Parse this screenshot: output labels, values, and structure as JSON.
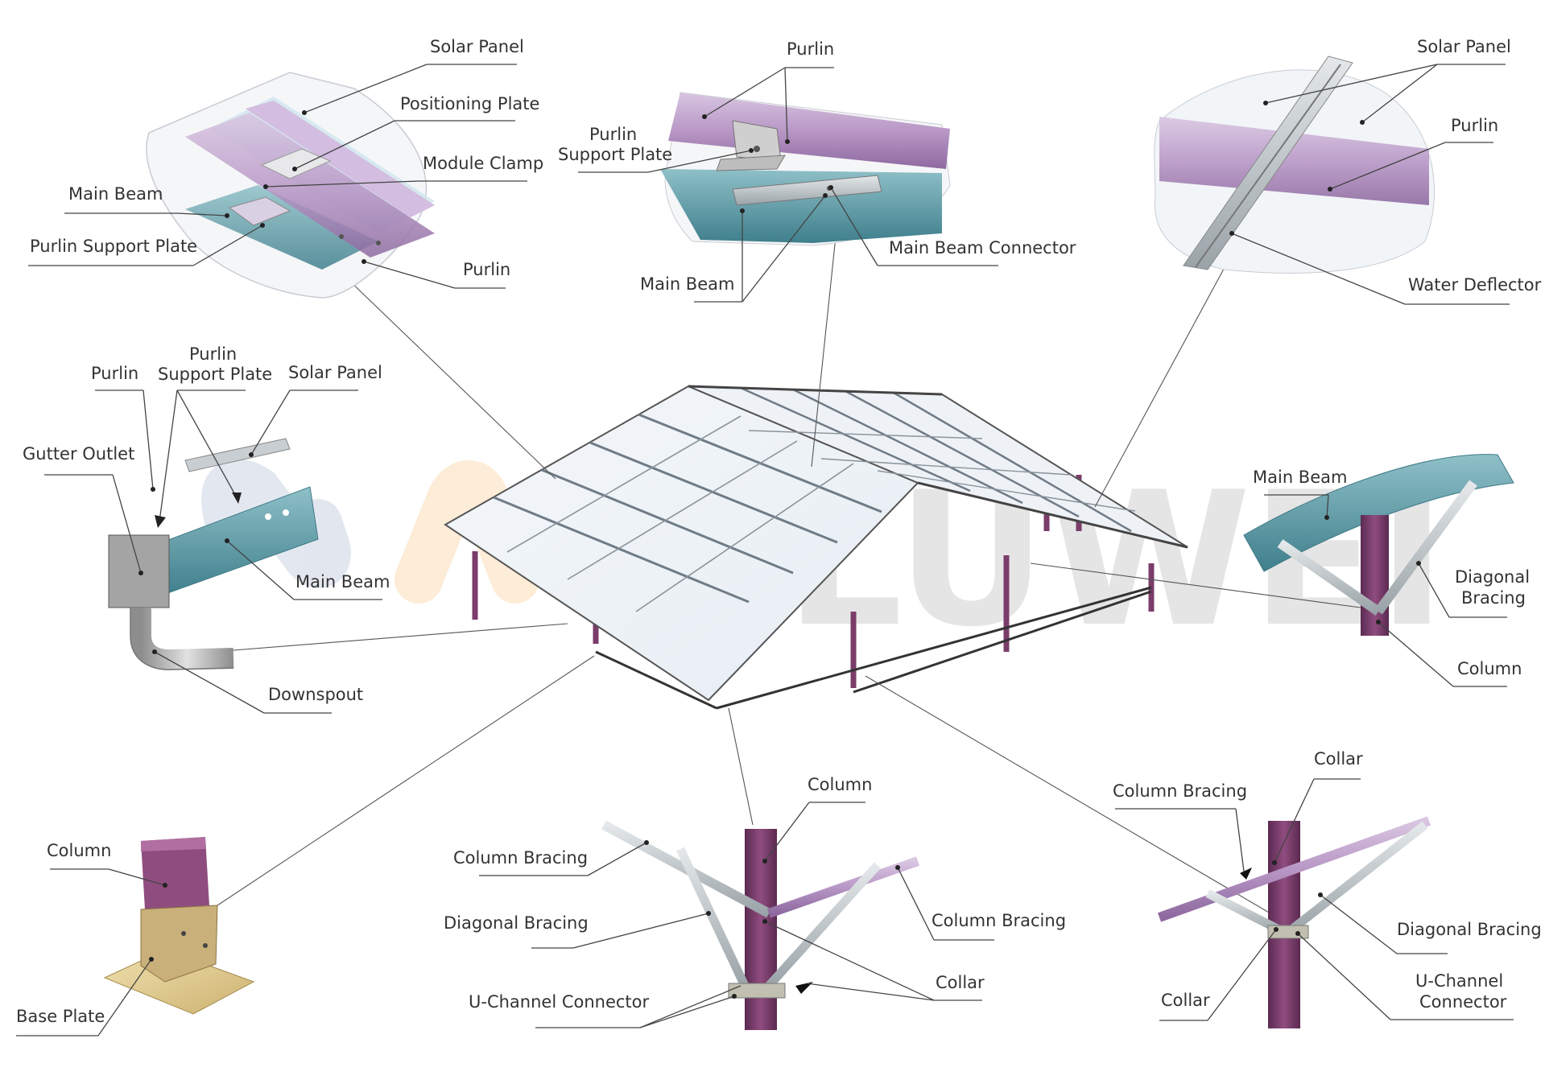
{
  "watermark": {
    "brand": "LUWEI",
    "registered": "®"
  },
  "colors": {
    "purlin": "#b99bc6",
    "main_beam": "#5e9aa6",
    "column": "#7a3d6a",
    "base_plate": "#e0c98c",
    "steel": "#b8bec2",
    "panel_glass": "#eef3f7"
  },
  "detail_panel_top_left": {
    "solar_panel": "Solar Panel",
    "positioning_plate": "Positioning Plate",
    "module_clamp": "Module Clamp",
    "main_beam": "Main Beam",
    "purlin_support_plate": "Purlin Support Plate",
    "purlin": "Purlin"
  },
  "detail_panel_top_center": {
    "purlin": "Purlin",
    "purlin_support_plate_line1": "Purlin",
    "purlin_support_plate_line2": "Support Plate",
    "main_beam_connector": "Main Beam Connector",
    "main_beam": "Main Beam"
  },
  "detail_panel_top_right": {
    "solar_panel": "Solar Panel",
    "purlin": "Purlin",
    "water_deflector": "Water Deflector"
  },
  "detail_gutter": {
    "purlin": "Purlin",
    "purlin_support_plate_line1": "Purlin",
    "purlin_support_plate_line2": "Support Plate",
    "solar_panel": "Solar Panel",
    "gutter_outlet": "Gutter Outlet",
    "main_beam": "Main Beam",
    "downspout": "Downspout"
  },
  "detail_beam_right": {
    "main_beam": "Main Beam",
    "diagonal_bracing_line1": "Diagonal",
    "diagonal_bracing_line2": "Bracing",
    "column": "Column"
  },
  "detail_base": {
    "column": "Column",
    "base_plate": "Base Plate"
  },
  "detail_bracing_center": {
    "column": "Column",
    "column_bracing_left": "Column Bracing",
    "diagonal_bracing": "Diagonal Bracing",
    "column_bracing_right": "Column Bracing",
    "collar": "Collar",
    "u_channel_connector": "U-Channel Connector"
  },
  "detail_bracing_right": {
    "collar_top": "Collar",
    "column_bracing": "Column Bracing",
    "diagonal_bracing": "Diagonal Bracing",
    "collar_bottom": "Collar",
    "u_channel_connector_line1": "U-Channel",
    "u_channel_connector_line2": "Connector"
  }
}
